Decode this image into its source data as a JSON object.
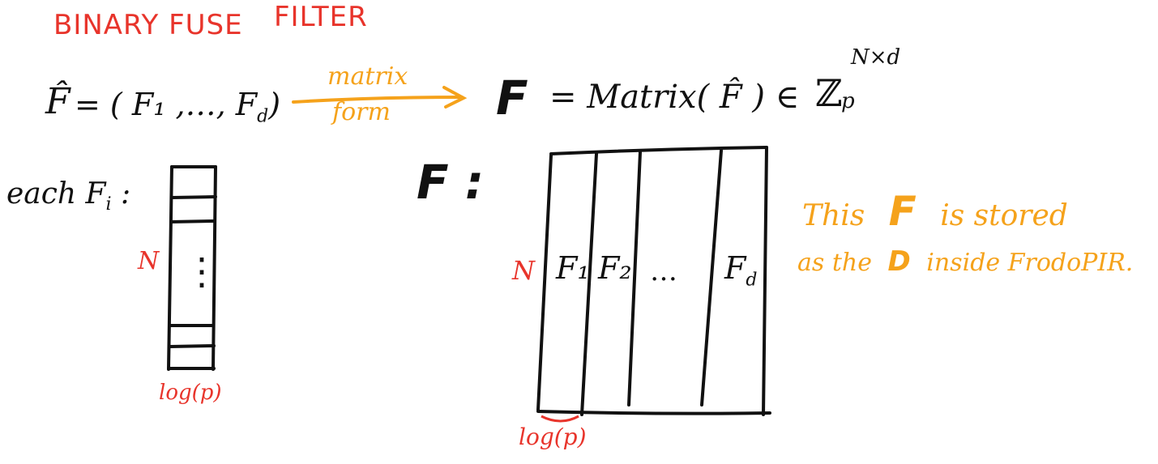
{
  "title": {
    "part1": "BINARY FUSE",
    "part2": "FILTER"
  },
  "equation_left": {
    "fhat": "F̂",
    "rest": "= ( F₁ ,…, F",
    "sub": "d",
    "close": ")"
  },
  "arrow_label": {
    "top": "matrix",
    "bottom": "form"
  },
  "equation_right": {
    "F": "F",
    "rest": "= Matrix( F̂ ) ∈",
    "Z": "ℤ",
    "p": "p",
    "sup": "N×d"
  },
  "left_column": {
    "label": "each F",
    "label_sub": "i",
    "label_colon": ":",
    "N": "N",
    "dots": "⋮",
    "width_label": "log(p)"
  },
  "matrix": {
    "label": "F :",
    "N": "N",
    "columns": [
      "F₁",
      "F₂",
      "…",
      "F"
    ],
    "last_sub": "d",
    "width_label": "log(p)"
  },
  "note": {
    "line1_a": "This",
    "line1_F": "F",
    "line1_b": "is stored",
    "line2_a": "as the",
    "line2_D": "D",
    "line2_b": "inside FrodoPIR."
  },
  "colors": {
    "red": "#e8342b",
    "orange": "#f5a21b",
    "black": "#111111"
  }
}
